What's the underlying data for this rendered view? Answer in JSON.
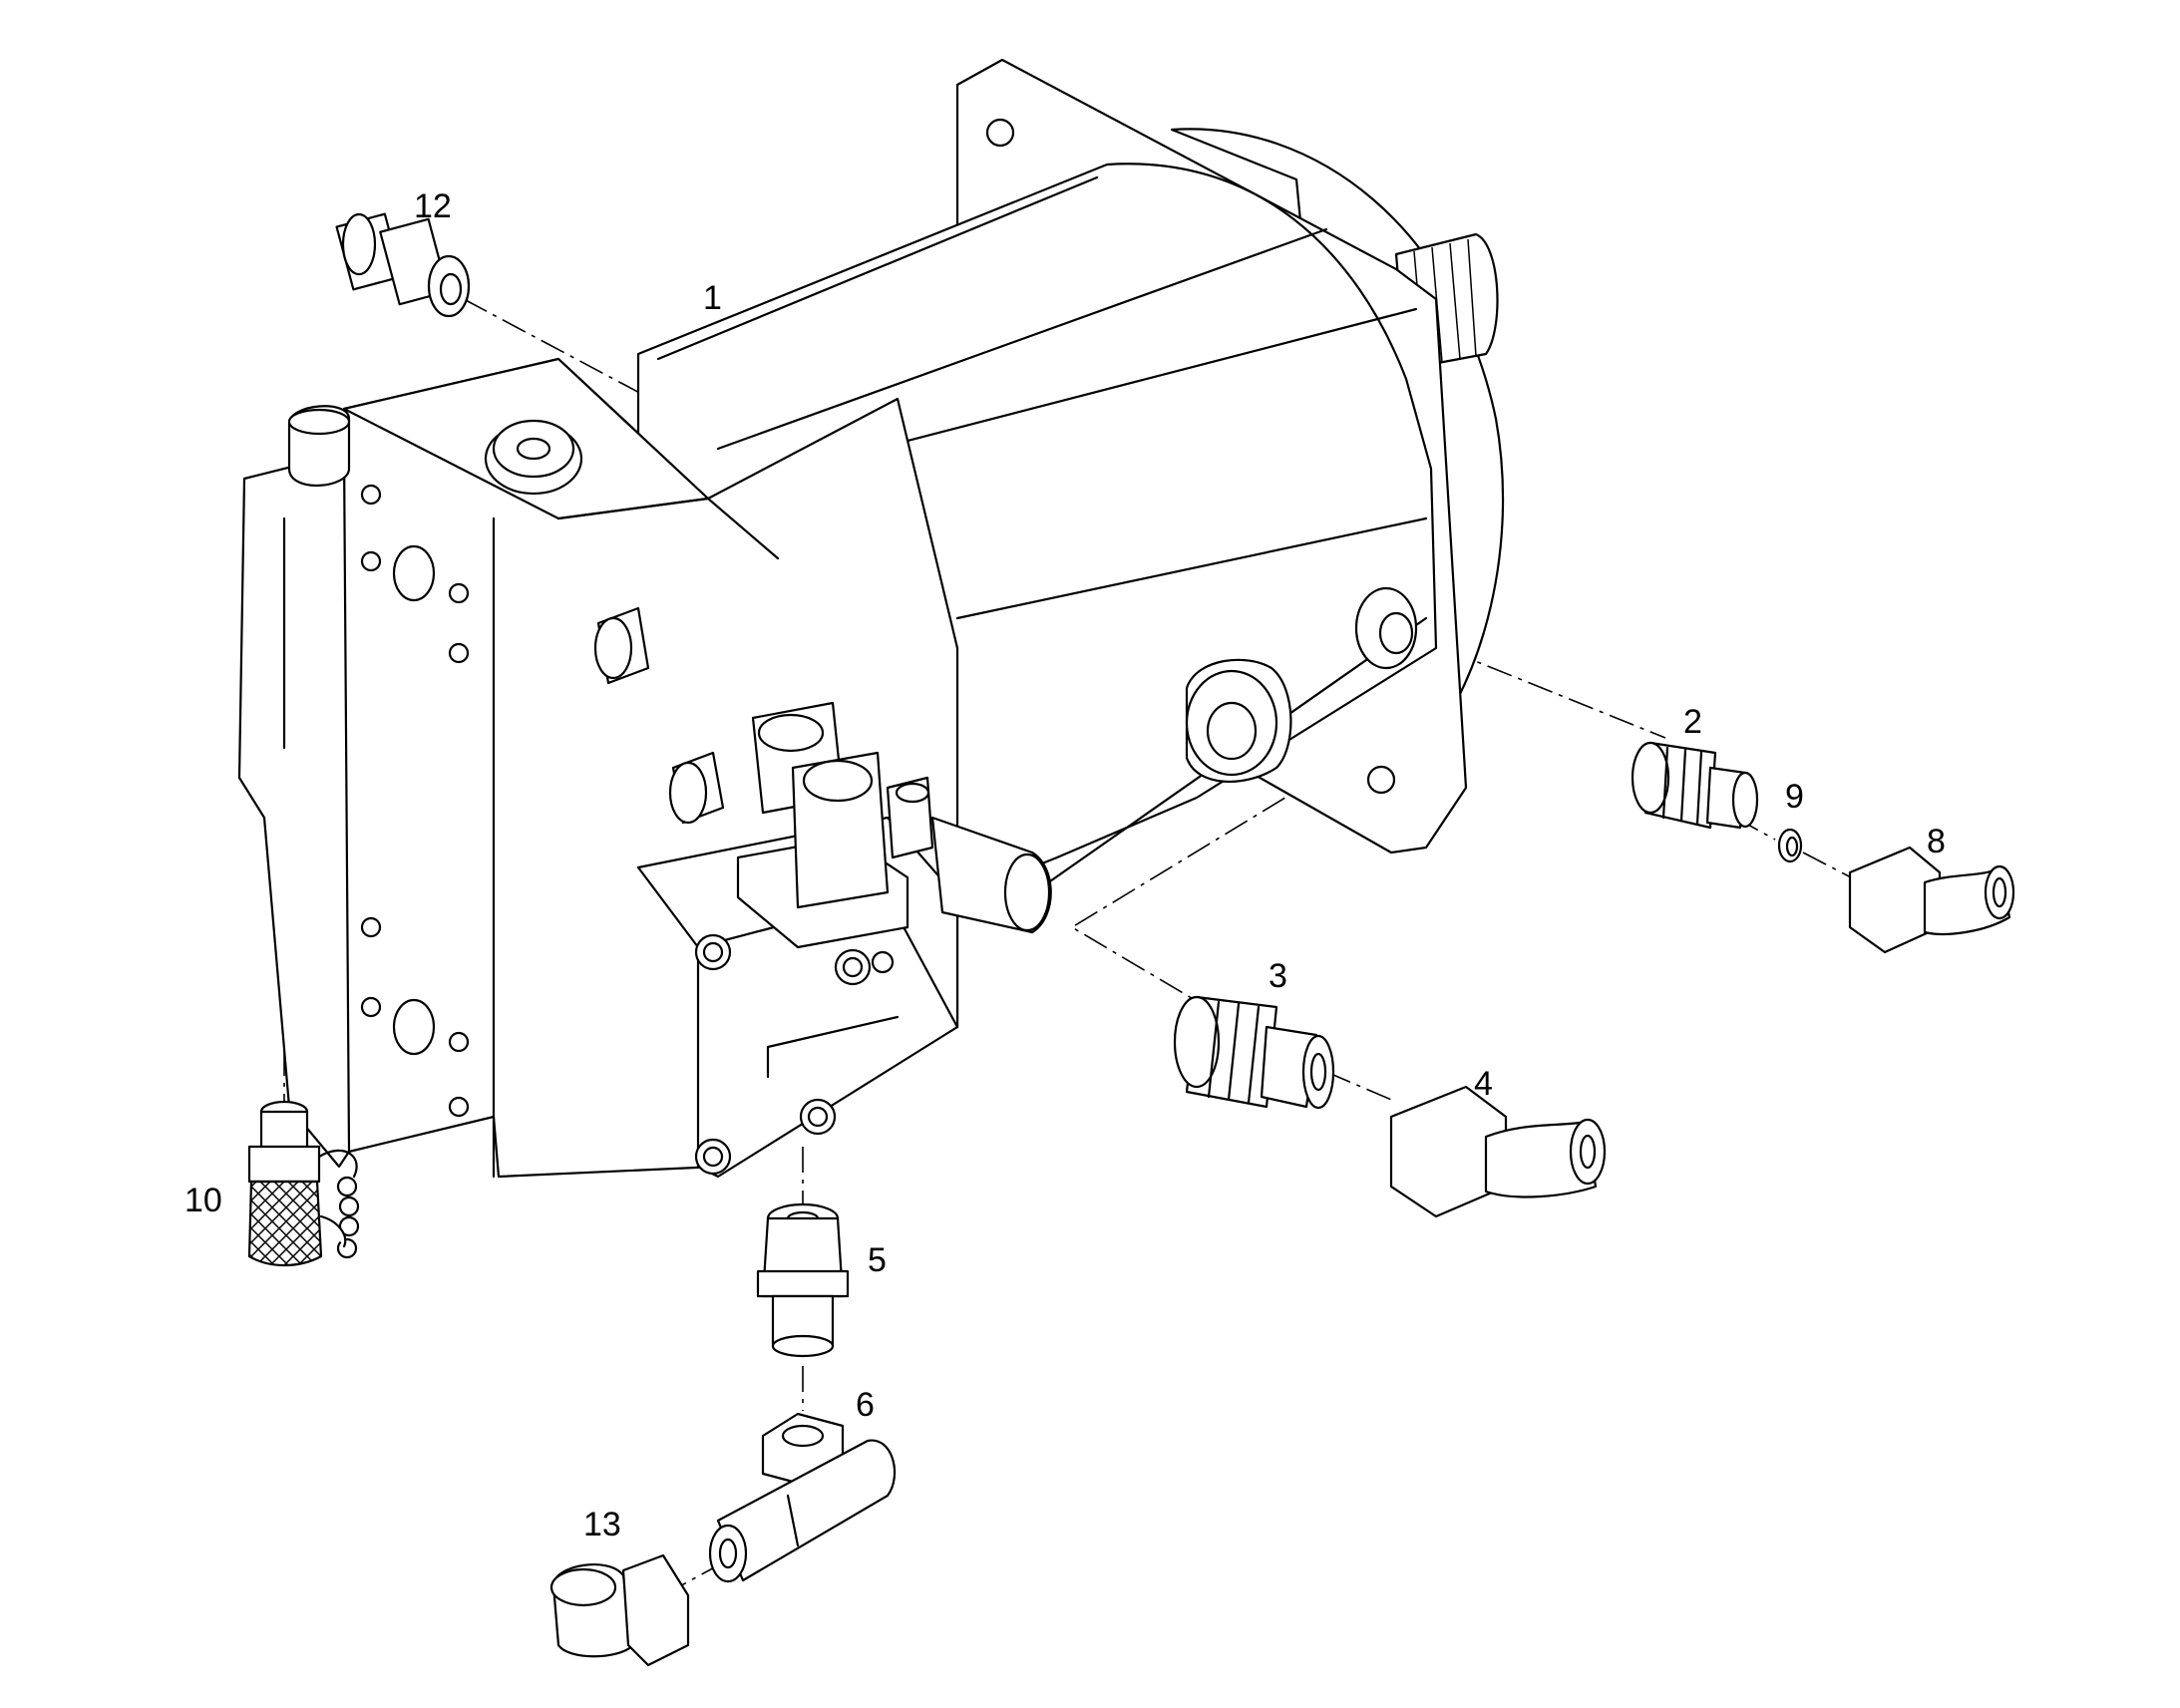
{
  "callouts": {
    "c1": "1",
    "c2": "2",
    "c3": "3",
    "c4": "4",
    "c5": "5",
    "c6": "6",
    "c8": "8",
    "c9": "9",
    "c10": "10",
    "c12": "12",
    "c13": "13"
  },
  "colors": {
    "line": "#000000",
    "background": "#ffffff"
  }
}
